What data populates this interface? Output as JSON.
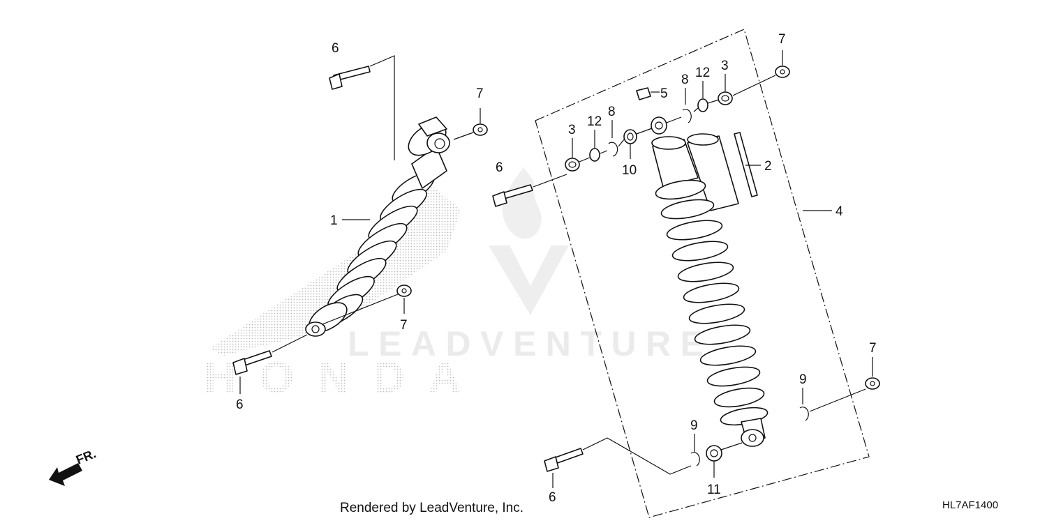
{
  "watermarks": {
    "brand_text": "HONDA",
    "dealer_text": "LEADVENTURE"
  },
  "callouts": {
    "c1": "1",
    "c2": "2",
    "c3a": "3",
    "c3b": "3",
    "c4": "4",
    "c5": "5",
    "c6a": "6",
    "c6b": "6",
    "c6c": "6",
    "c6d": "6",
    "c7a": "7",
    "c7b": "7",
    "c7c": "7",
    "c7d": "7",
    "c8a": "8",
    "c8b": "8",
    "c9a": "9",
    "c9b": "9",
    "c10": "10",
    "c11": "11",
    "c12a": "12",
    "c12b": "12"
  },
  "front_indicator": "FR.",
  "footer_credit": "Rendered by LeadVenture, Inc.",
  "diagram_code": "HL7AF1400",
  "colors": {
    "ink": "#111111",
    "watermark": "#cfcfcf",
    "background": "#ffffff"
  }
}
